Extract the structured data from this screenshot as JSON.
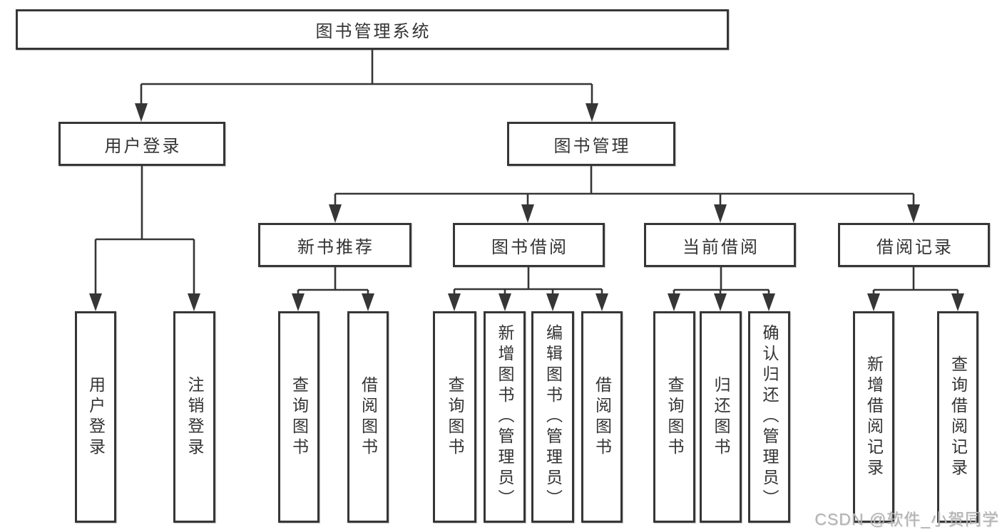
{
  "diagram": {
    "root": {
      "label": "图书管理系统"
    },
    "level2": [
      {
        "label": "用户登录",
        "parent": "图书管理系统"
      },
      {
        "label": "图书管理",
        "parent": "图书管理系统"
      }
    ],
    "level3": [
      {
        "label": "新书推荐",
        "parent": "图书管理"
      },
      {
        "label": "图书借阅",
        "parent": "图书管理"
      },
      {
        "label": "当前借阅",
        "parent": "图书管理"
      },
      {
        "label": "借阅记录",
        "parent": "图书管理"
      }
    ],
    "level4": [
      {
        "label": "用户登录",
        "parent": "用户登录"
      },
      {
        "label": "注销登录",
        "parent": "用户登录"
      },
      {
        "label": "查询图书",
        "parent": "新书推荐"
      },
      {
        "label": "借阅图书",
        "parent": "新书推荐"
      },
      {
        "label": "查询图书",
        "parent": "图书借阅"
      },
      {
        "label": "新增图书（管理员）",
        "parent": "图书借阅"
      },
      {
        "label": "编辑图书（管理员）",
        "parent": "图书借阅"
      },
      {
        "label": "借阅图书",
        "parent": "图书借阅"
      },
      {
        "label": "查询图书",
        "parent": "当前借阅"
      },
      {
        "label": "归还图书",
        "parent": "当前借阅"
      },
      {
        "label": "确认归还（管理员）",
        "parent": "当前借阅"
      },
      {
        "label": "新增借阅记录",
        "parent": "借阅记录"
      },
      {
        "label": "查询借阅记录",
        "parent": "借阅记录"
      }
    ],
    "watermark": "CSDN @软件_小贺同学",
    "colors": {
      "line": "#363636",
      "box_border": "#363636",
      "text": "#333333",
      "watermark": "#b2b2b2",
      "background": "#ffffff"
    }
  }
}
